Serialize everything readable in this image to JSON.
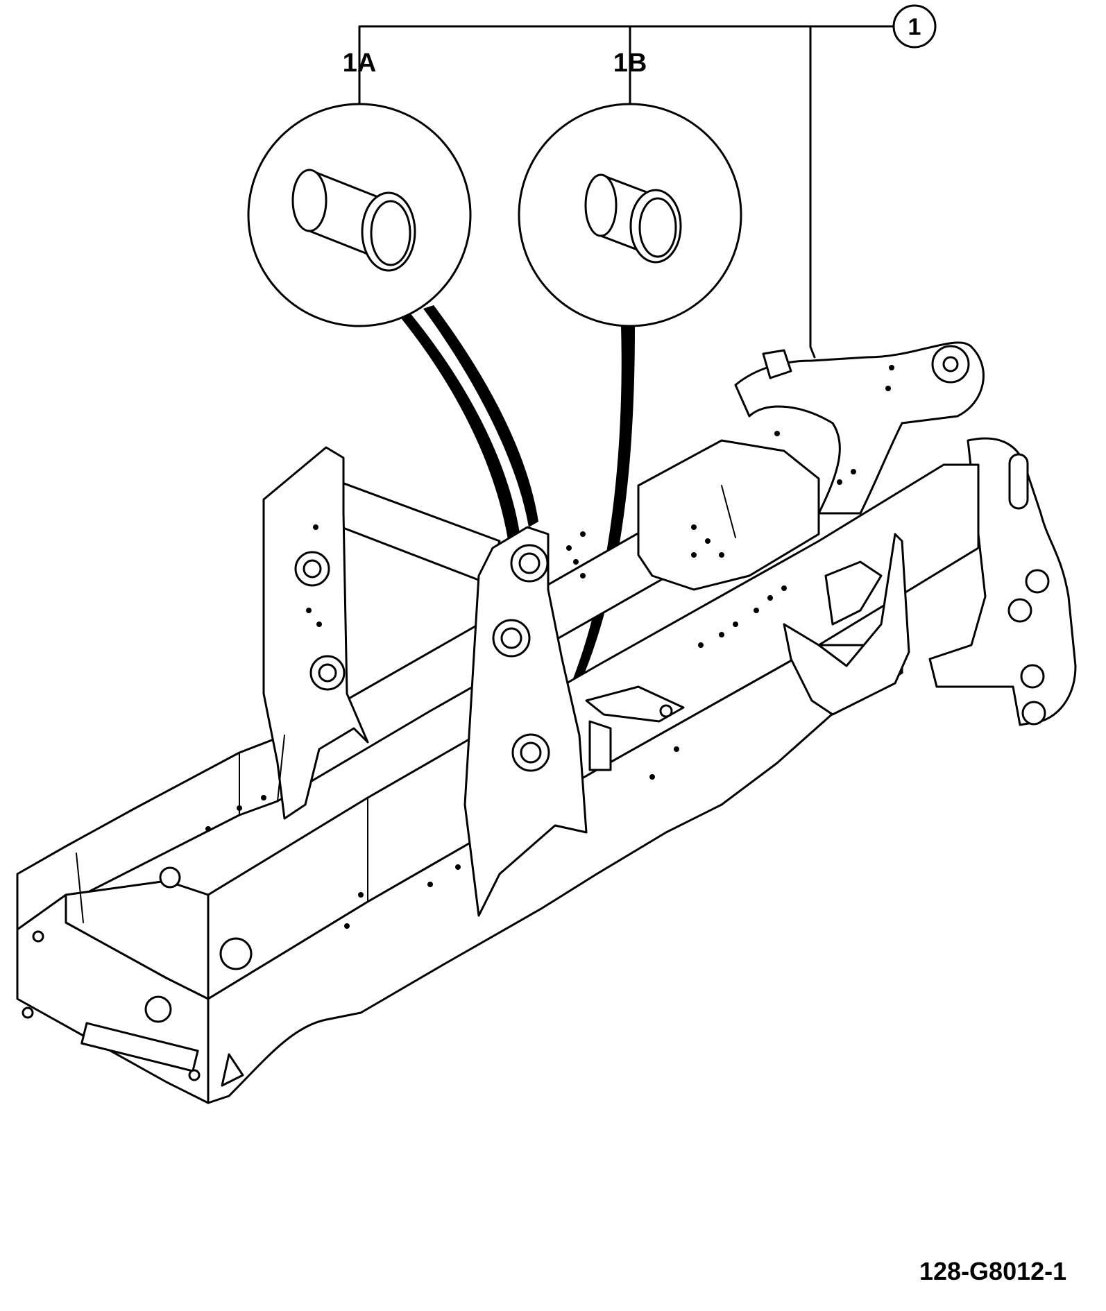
{
  "callouts": {
    "main": "1",
    "sub_a": "1A",
    "sub_b": "1B"
  },
  "figure_id": "128-G8012-1"
}
